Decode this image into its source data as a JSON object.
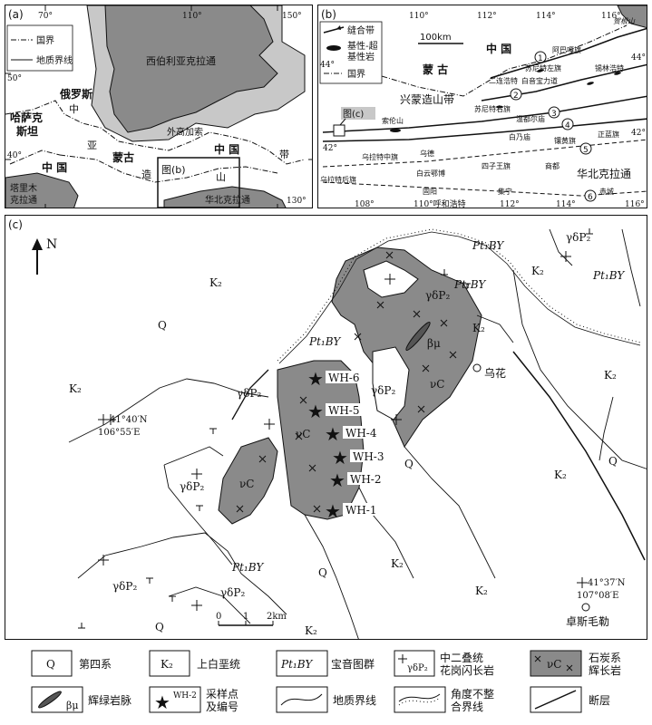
{
  "panel_a": {
    "tag": "(a)",
    "legend": [
      "国界",
      "地质界线"
    ],
    "deg": [
      "70°",
      "110°",
      "150°",
      "50°",
      "40°",
      "130°"
    ],
    "labels": {
      "siberia": "西伯利亚克拉通",
      "russia": "俄罗斯",
      "kazakh1": "哈萨克",
      "kazakh2": "斯坦",
      "china_w": "中  国",
      "china_e": "中   国",
      "mongol": "蒙古",
      "outer": "外高加索",
      "zhong": "中",
      "ya": "亚",
      "zao": "造",
      "shan": "山",
      "dai": "带",
      "figb": "图(b)",
      "tarim1": "塔里木",
      "tarim2": "克拉通",
      "ncc": "华北克拉通"
    }
  },
  "panel_b": {
    "tag": "(b)",
    "legend": [
      "缝合带",
      "基性-超",
      "基性岩",
      "国界"
    ],
    "scale": "100km",
    "deg_top": [
      "110°",
      "112°",
      "114°",
      "116°"
    ],
    "deg_bottom": [
      "108°",
      "110°呼和浩特",
      "112°",
      "114°",
      "116°"
    ],
    "deg_side": [
      "44°",
      "44°",
      "42°",
      "42°"
    ],
    "figc": "图(c)",
    "china": "中 国",
    "mongol": "蒙  古",
    "xingmeng": "兴蒙造山带",
    "ncc": "华北克拉通",
    "hegen": "贺根山",
    "places": [
      "阿巴嘎旗",
      "二连浩特",
      "苏尼特左旗",
      "锡林浩特",
      "白音宝力道",
      "苏尼特右旗",
      "温都尔庙",
      "白乃庙",
      "镶黄旗",
      "正蓝旗",
      "乌德",
      "乌拉特中旗",
      "白云鄂博",
      "四子王旗",
      "商都",
      "乌拉特后旗",
      "固阳",
      "集宁",
      "赤城",
      "索伦山"
    ],
    "circles": [
      "1",
      "2",
      "3",
      "4",
      "5",
      "6"
    ]
  },
  "panel_c": {
    "tag": "(c)",
    "north": "N",
    "units": {
      "K2": "K₂",
      "Q": "Q",
      "PtBY": "Pt₁BY",
      "gd": "γδP₂",
      "vC": "νC",
      "bmu": "βμ"
    },
    "samples": [
      "WH-6",
      "WH-5",
      "WH-4",
      "WH-3",
      "WH-2",
      "WH-1"
    ],
    "wuhua": "乌花",
    "zhuosi": "卓斯毛勒",
    "coord1": [
      "41°40′N",
      "106°55′E"
    ],
    "coord2": [
      "41°37′N",
      "107°08′E"
    ],
    "scale": [
      "0",
      "1",
      "2km"
    ]
  },
  "legend": [
    {
      "sym": "Q",
      "text": "第四系"
    },
    {
      "sym": "K₂",
      "text": "上白垩统"
    },
    {
      "sym": "Pt₁BY",
      "text": "宝音图群"
    },
    {
      "sym": "γδP₂",
      "text": "中二叠统",
      "text2": "花岗闪长岩"
    },
    {
      "sym": "νC",
      "text": "石炭系",
      "text2": "辉长岩"
    },
    {
      "sym": "βμ",
      "text": "辉绿岩脉"
    },
    {
      "sym": "WH-2",
      "text": "采样点",
      "text2": "及编号"
    },
    {
      "sym": "",
      "text": "地质界线"
    },
    {
      "sym": "",
      "text": "角度不整",
      "text2": "合界线"
    },
    {
      "sym": "",
      "text": "断层"
    }
  ],
  "colors": {
    "dark": "#8a8a8a",
    "light": "#c8c8c8",
    "ink": "#111111"
  }
}
